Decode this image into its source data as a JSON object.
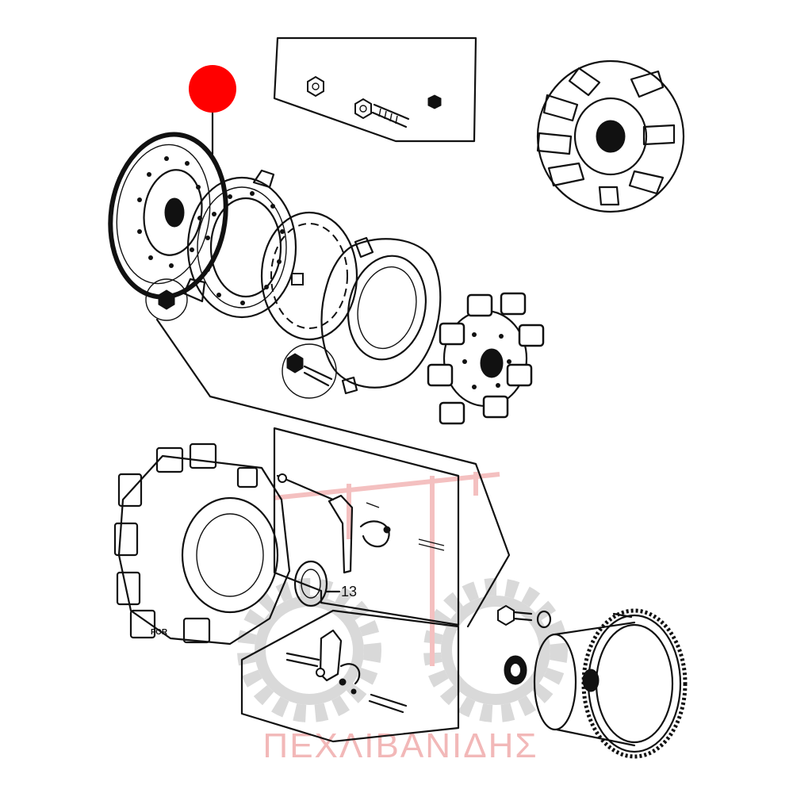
{
  "diagram": {
    "callout_label": "13",
    "watermark_text": "ΠΕΧΛΙΒΑΝΙΔΗΣ",
    "colors": {
      "marker": "#ff0000",
      "ink": "#111111",
      "watermark_text": "#f2b8b8",
      "watermark_gear": "#d9d9d9"
    },
    "highlighted_part": "flywheel"
  }
}
